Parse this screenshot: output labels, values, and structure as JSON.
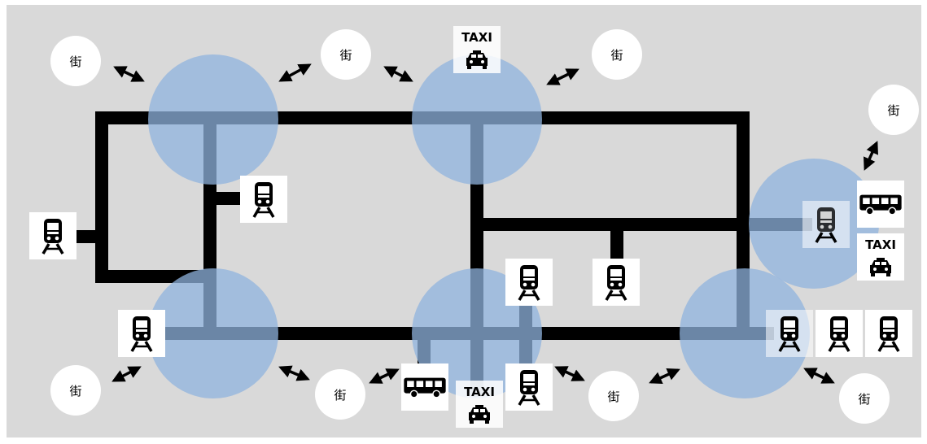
{
  "diagram": {
    "title": "",
    "town_label": "街",
    "taxi_label": "TAXI",
    "colors": {
      "background": "#d9d9d9",
      "line": "#000000",
      "hub_circle": "#8fb3dd",
      "town_circle": "#ffffff",
      "icon_tile": "#ffffff"
    },
    "legend": {
      "train": "train-icon",
      "bus": "bus-icon",
      "taxi": "taxi-icon",
      "town": "town-circle"
    }
  }
}
